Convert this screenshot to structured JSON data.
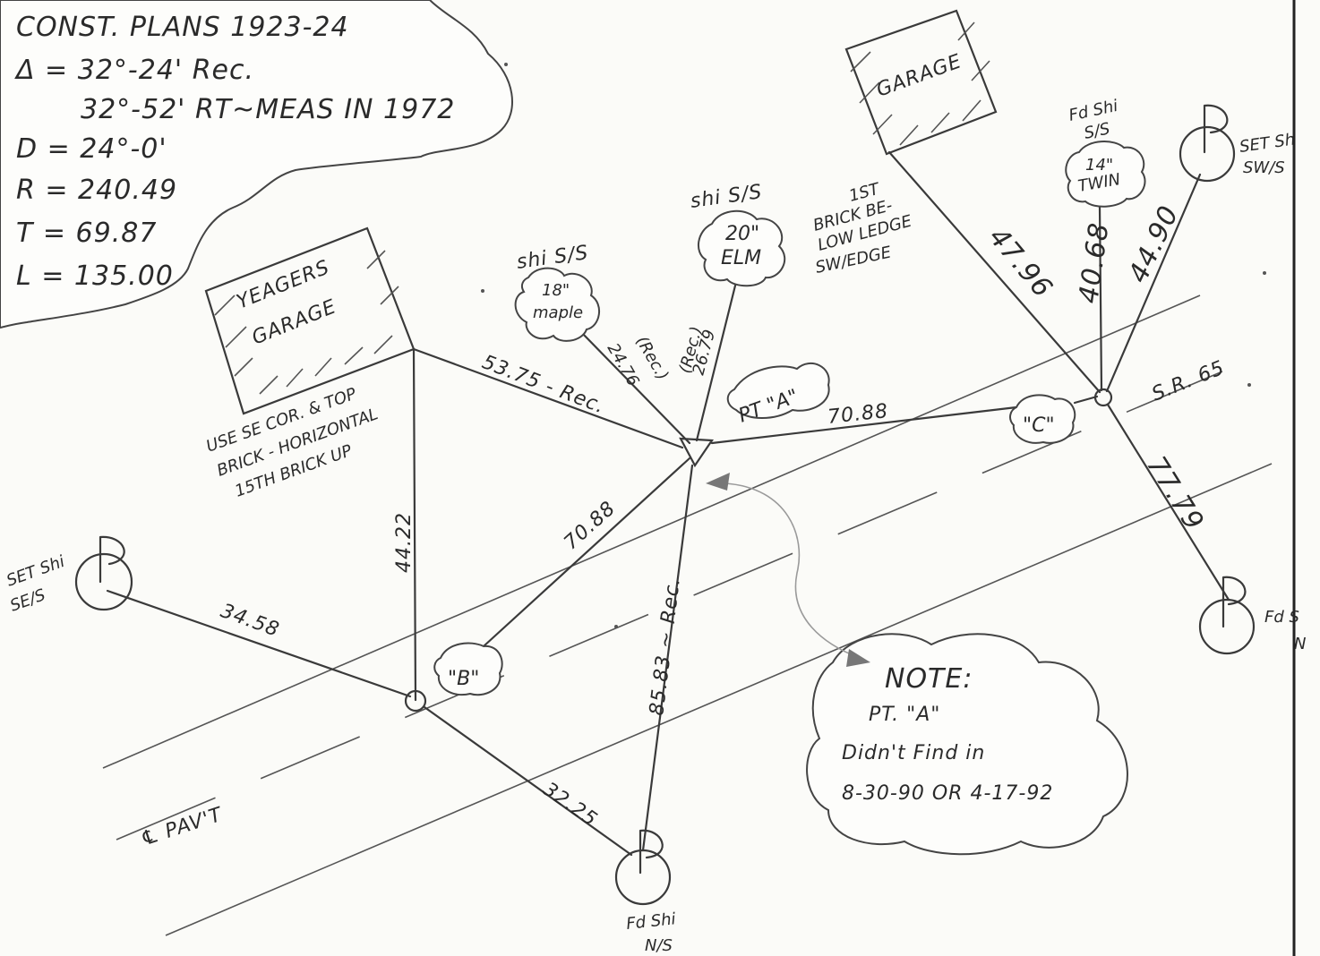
{
  "calc_box": {
    "title": "CONST. PLANS 1923-24",
    "delta_rec": "Δ = 32°-24' Rec.",
    "delta_meas": "32°-52' RT~MEAS IN 1972",
    "d": "D = 24°-0'",
    "r": "R = 240.49",
    "t": "T = 69.87",
    "l": "L = 135.00"
  },
  "garages": {
    "yeagers_line1": "YEAGERS",
    "yeagers_line2": "GARAGE",
    "right": "GARAGE"
  },
  "garage_note": {
    "line1": "USE SE COR. & TOP",
    "line2": "BRICK - HORIZONTAL",
    "line3": "15TH BRICK UP"
  },
  "brick_note": {
    "line1": "1ST",
    "line2": "BRICK BE-",
    "line3": "LOW LEDGE",
    "line4": "SW/EDGE"
  },
  "trees": {
    "maple_header": "shi S/S",
    "maple_size": "18\"",
    "maple_name": "maple",
    "elm_header": "shi S/S",
    "elm_size": "20\"",
    "elm_name": "ELM",
    "twin_header1": "Fd Shi",
    "twin_header2": "S/S",
    "twin_size": "14\"",
    "twin_name": "TWIN"
  },
  "points": {
    "a": "PT \"A\"",
    "b": "\"B\"",
    "c": "\"C\""
  },
  "distances": {
    "d_53_75": "53.75 - Rec.",
    "d_24_76": "24.76",
    "d_24_76_rec": "(Rec.)",
    "d_26_79": "26.79",
    "d_26_79_rec": "(Rec.)",
    "d_70_88_top": "70.88",
    "d_70_88_diag": "70.88",
    "d_44_22": "44.22",
    "d_34_58": "34.58",
    "d_32_25": "32.25",
    "d_85_83": "85.83 ~ Rec.",
    "d_47_96": "47.96",
    "d_40_68": "40.68",
    "d_44_90": "44.90",
    "d_77_79": "77.79"
  },
  "monuments": {
    "left_line1": "SET Shi",
    "left_line2": "SE/S",
    "bottom_line1": "Fd Shi",
    "bottom_line2": "N/S",
    "topright_line1": "SET Sh",
    "topright_line2": "SW/S",
    "right_line1": "Fd S",
    "right_line2": "N"
  },
  "road": {
    "route": "S.R. 65",
    "centerline": "℄ PAV'T"
  },
  "note": {
    "line1": "NOTE:",
    "line2": "PT. \"A\"",
    "line3": "Didn't Find in",
    "line4": "8-30-90 OR 4-17-92"
  }
}
